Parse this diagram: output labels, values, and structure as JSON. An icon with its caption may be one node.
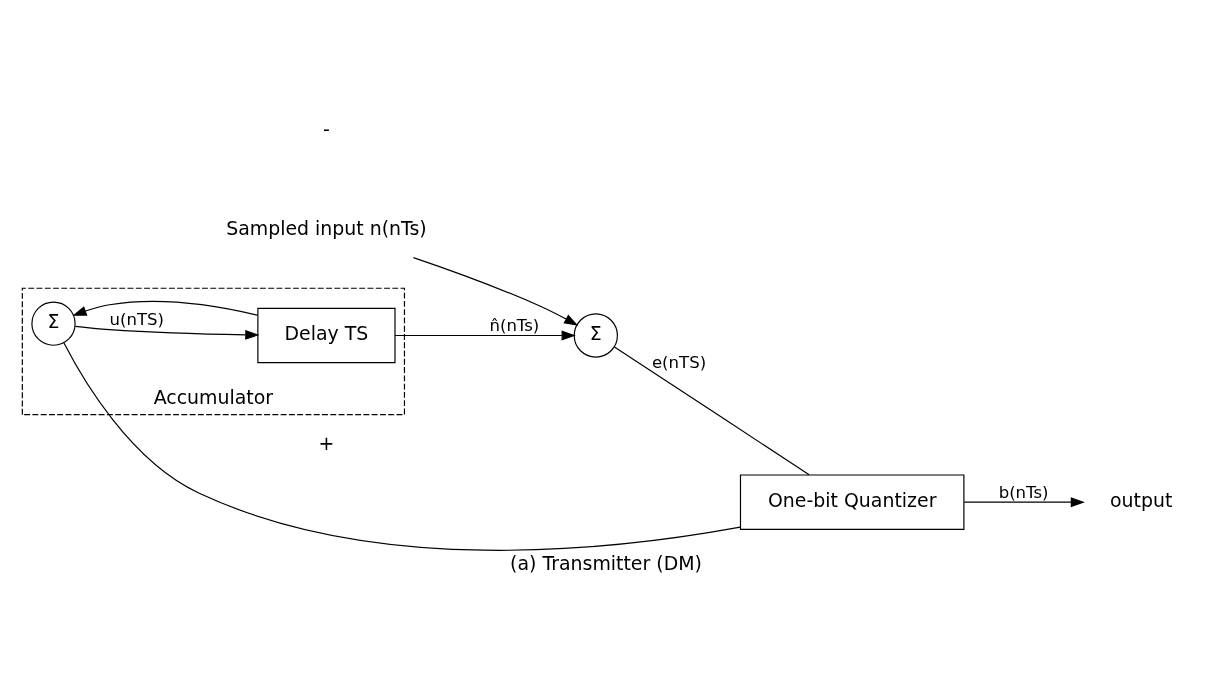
{
  "diagram": {
    "caption": "(a) Transmitter (DM)",
    "nodes": [
      {
        "text": [
          "Sampled input n(nTs)"
        ]
      },
      {
        "text": [
          "Σ"
        ]
      },
      {
        "text": [
          "One-bit Quantizer"
        ]
      },
      {
        "text": [
          "output"
        ]
      },
      {
        "text": [
          "Accumulator"
        ]
      },
      {
        "text": [
          "Σ"
        ],
        "in": 4
      },
      {
        "text": [
          "Delay TS"
        ],
        "in": 4
      }
    ],
    "edges": [
      {
        "from": 0,
        "to": 1,
        "arrow": "to"
      },
      {
        "from": 1,
        "to": 2,
        "arrow": "none",
        "label": "e(nTS)"
      },
      {
        "from": 2,
        "to": 3,
        "arrow": "to",
        "label": "b(nTs)"
      },
      {
        "from": 2,
        "to": 5,
        "arrow": "none"
      },
      {
        "from": 5,
        "to": 6,
        "arrow": "to",
        "label": "u(nTS)"
      },
      {
        "from": 6,
        "to": 1,
        "arrow": "to",
        "label": "n̂(nTs)"
      },
      {
        "from": 6,
        "to": 5,
        "arrow": "to"
      }
    ],
    "labels": [
      "+",
      "-"
    ]
  }
}
